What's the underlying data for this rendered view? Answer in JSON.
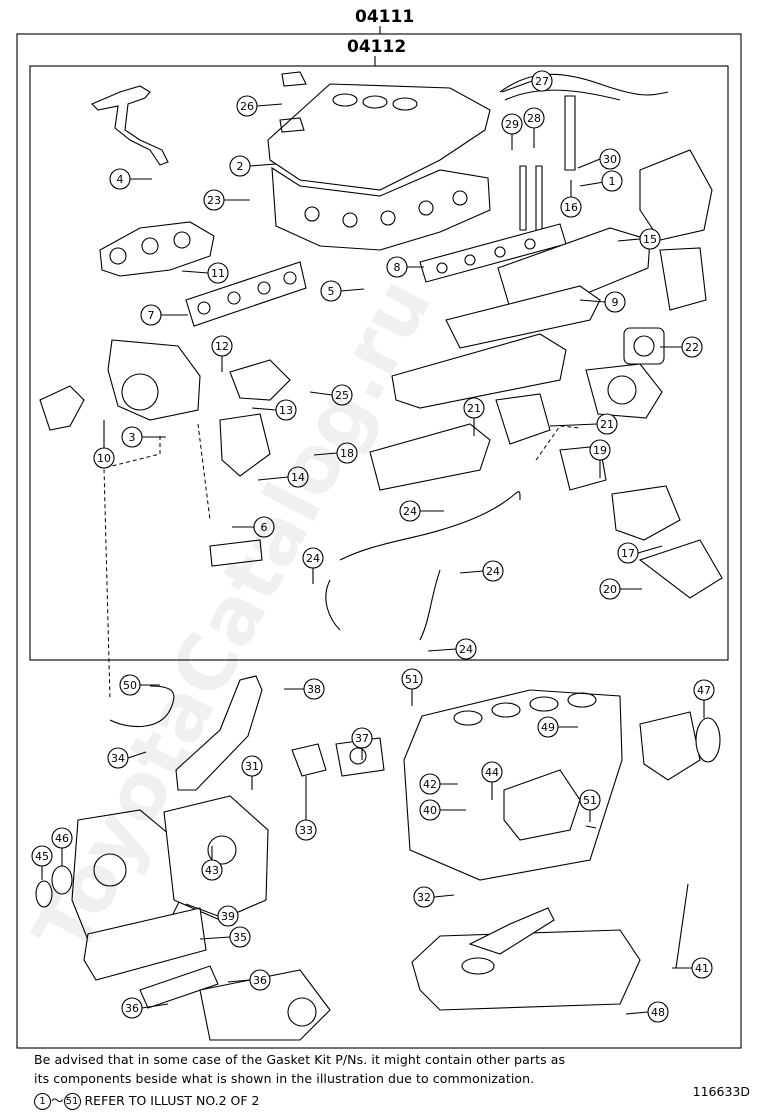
{
  "header": {
    "outer_kit": "04111",
    "inner_kit": "04112"
  },
  "callouts": [
    "1",
    "2",
    "3",
    "4",
    "5",
    "6",
    "7",
    "8",
    "9",
    "10",
    "11",
    "12",
    "13",
    "14",
    "15",
    "16",
    "17",
    "18",
    "19",
    "20",
    "21",
    "21",
    "22",
    "23",
    "24",
    "24",
    "24",
    "24",
    "25",
    "26",
    "27",
    "28",
    "29",
    "30",
    "31",
    "32",
    "33",
    "34",
    "35",
    "36",
    "36",
    "37",
    "38",
    "39",
    "40",
    "41",
    "42",
    "43",
    "44",
    "45",
    "46",
    "47",
    "48",
    "49",
    "50",
    "51",
    "51",
    "51"
  ],
  "footer": {
    "note_line1": "Be advised that in some case of the Gasket Kit P/Ns. it might contain other parts as",
    "note_line2": "its components beside what is shown in the illustration due to commonization.",
    "ref_from": "1",
    "ref_tilde": "～",
    "ref_to": "51",
    "ref_text": "REFER TO ILLUST NO.2 OF 2",
    "illustration_id": "116633D"
  },
  "watermark": "ToyotaCatalog.ru"
}
